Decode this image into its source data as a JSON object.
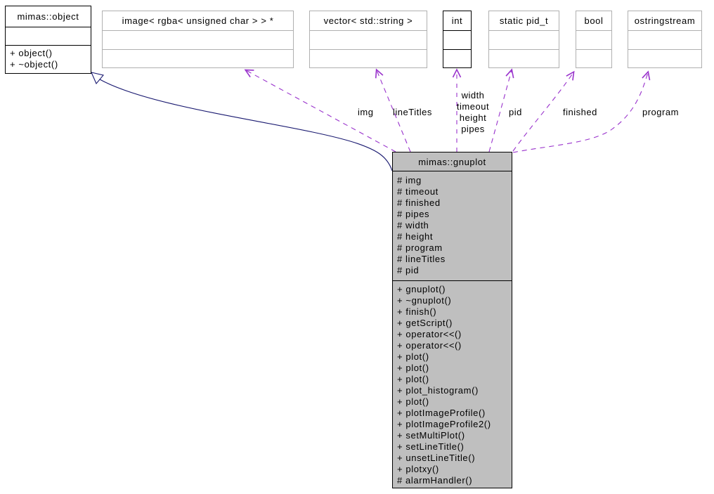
{
  "classes": {
    "object": {
      "title": "mimas::object",
      "methods": [
        "+ object()",
        "+ ~object()"
      ]
    },
    "image": {
      "title": "image< rgba< unsigned char > > *"
    },
    "vector": {
      "title": "vector< std::string >"
    },
    "int_type": {
      "title": "int"
    },
    "pid_t": {
      "title": "static pid_t"
    },
    "bool_type": {
      "title": "bool"
    },
    "ostringstream": {
      "title": "ostringstream"
    },
    "gnuplot": {
      "title": "mimas::gnuplot",
      "attributes": [
        "# img",
        "# timeout",
        "# finished",
        "# pipes",
        "# width",
        "# height",
        "# program",
        "# lineTitles",
        "# pid"
      ],
      "methods": [
        "+ gnuplot()",
        "+ ~gnuplot()",
        "+ finish()",
        "+ getScript()",
        "+ operator<<()",
        "+ operator<<()",
        "+ plot()",
        "+ plot()",
        "+ plot()",
        "+ plot_histogram()",
        "+ plot()",
        "+ plotImageProfile()",
        "+ plotImageProfile2()",
        "+ setMultiPlot()",
        "+ setLineTitle()",
        "+ unsetLineTitle()",
        "+ plotxy()",
        "# alarmHandler()"
      ]
    }
  },
  "edge_labels": {
    "img": "img",
    "lineTitles": "lineTitles",
    "width": "width",
    "timeout": "timeout",
    "height": "height",
    "pipes": "pipes",
    "pid": "pid",
    "finished": "finished",
    "program": "program"
  },
  "colors": {
    "usage_edge": "#9932cc",
    "inheritance_edge": "#191970",
    "selected_node_fill": "#bfbfbf",
    "node_border_gray": "#b0b0b0",
    "node_border_black": "#000000"
  }
}
